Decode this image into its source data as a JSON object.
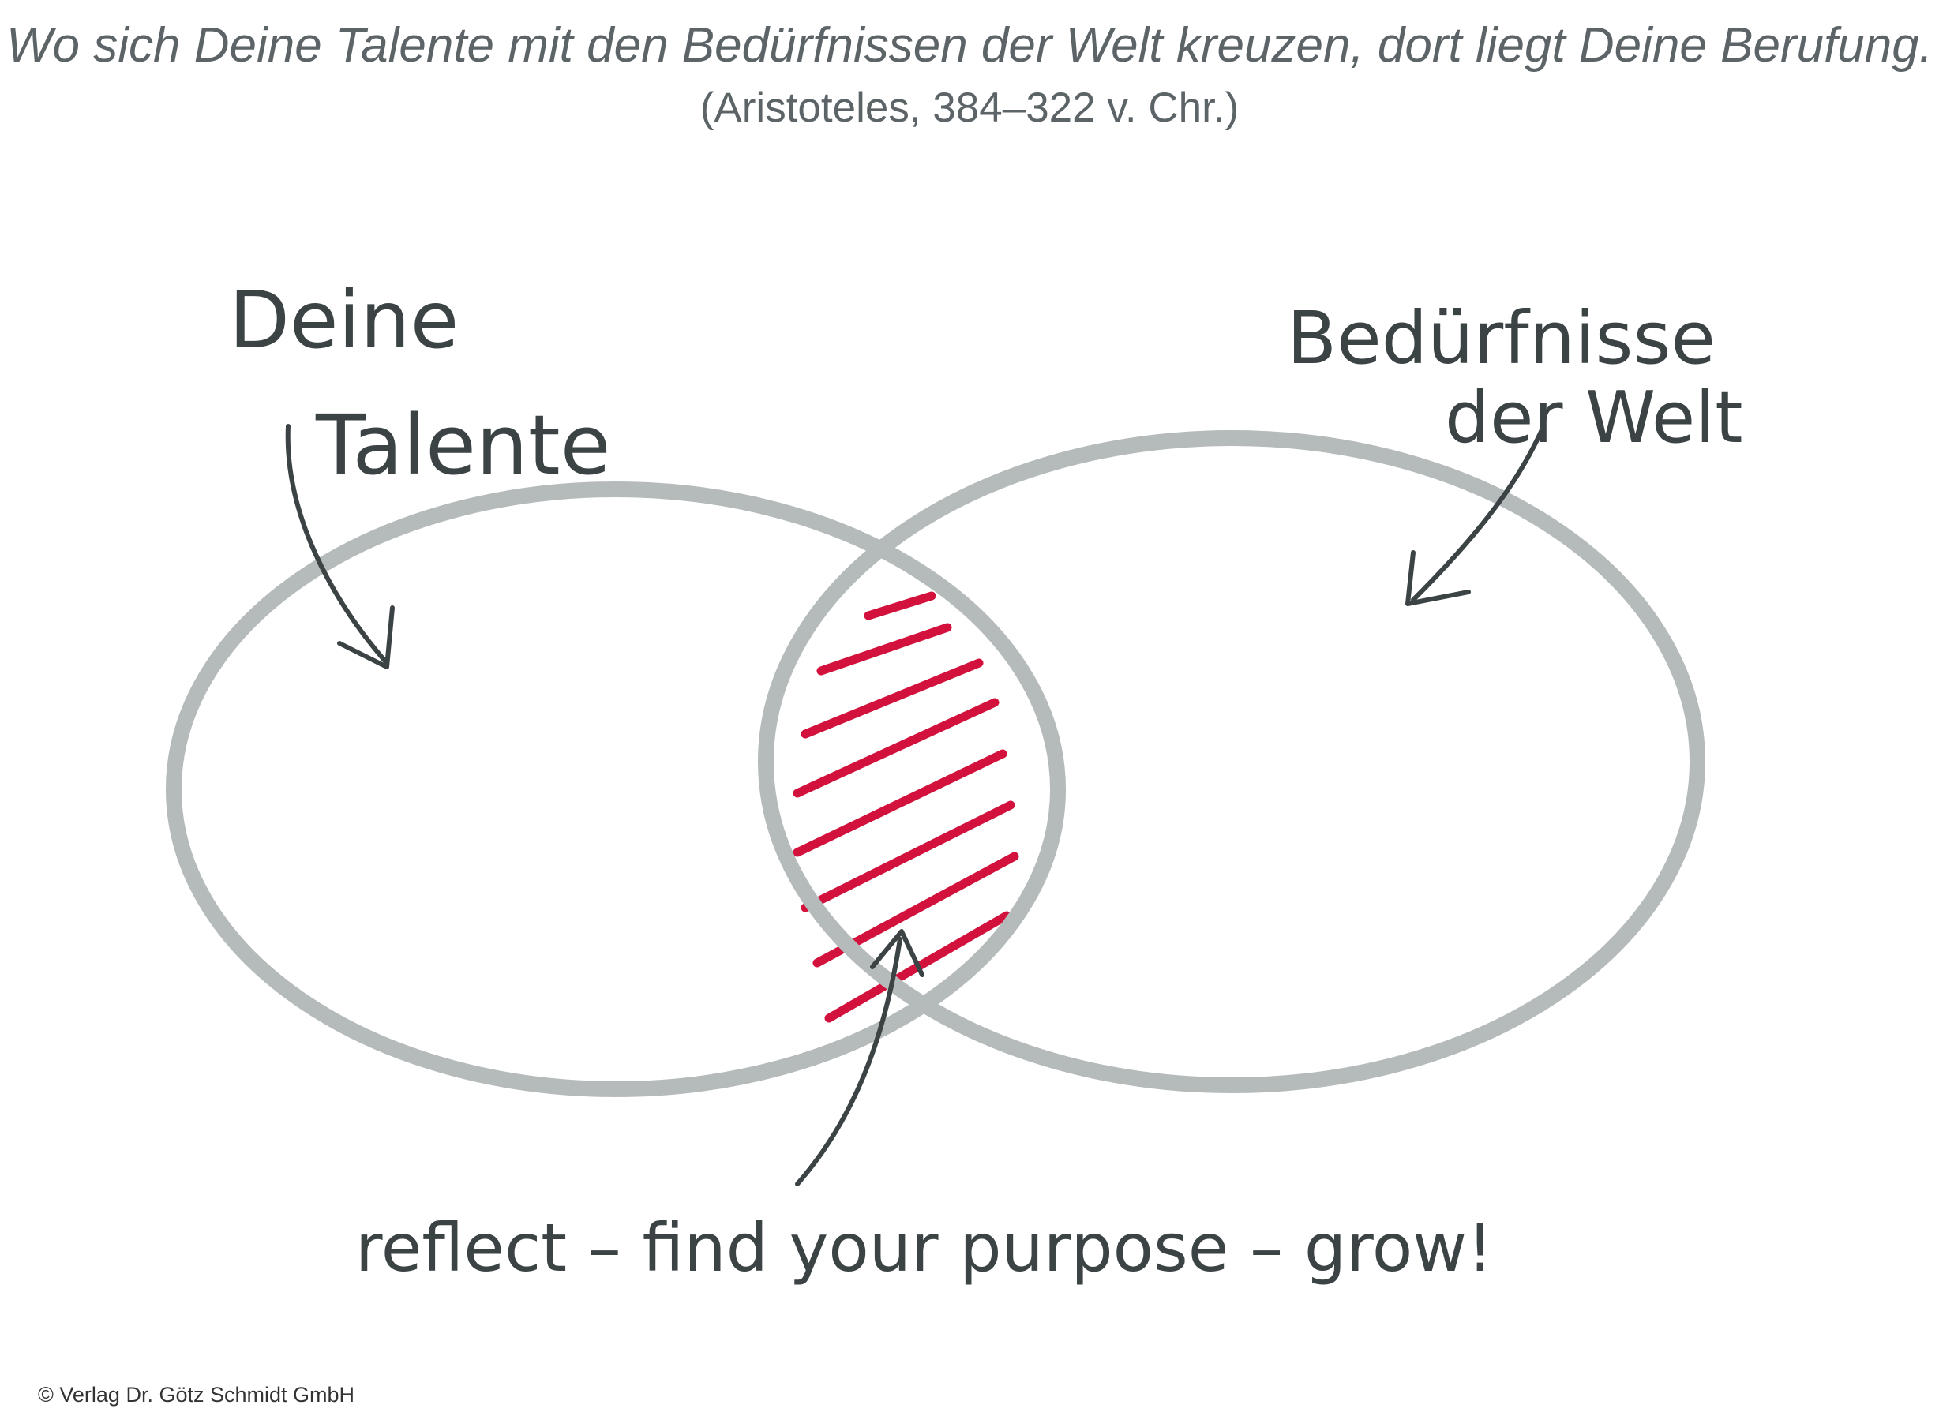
{
  "header": {
    "quote": "Wo sich Deine Talente mit den Bedürfnissen der Welt kreuzen, dort liegt Deine Berufung.",
    "source": "(Aristoteles, 384–322 v. Chr.)"
  },
  "diagram": {
    "left_label_line1": "Deine",
    "left_label_line2": "Talente",
    "right_label_line1": "Bedürfnisse",
    "right_label_line2": "der Welt",
    "bottom_caption": "reflect – find your purpose – grow!"
  },
  "footer": {
    "copyright": "© Verlag Dr. Götz Schmidt GmbH"
  },
  "colors": {
    "circle_stroke": "#b5bbbb",
    "hatch": "#d2123c",
    "ink": "#3b4345",
    "quote_text": "#5d6468"
  },
  "icons": [
    "arrow-left-label-icon",
    "arrow-right-label-icon",
    "arrow-caption-icon"
  ]
}
